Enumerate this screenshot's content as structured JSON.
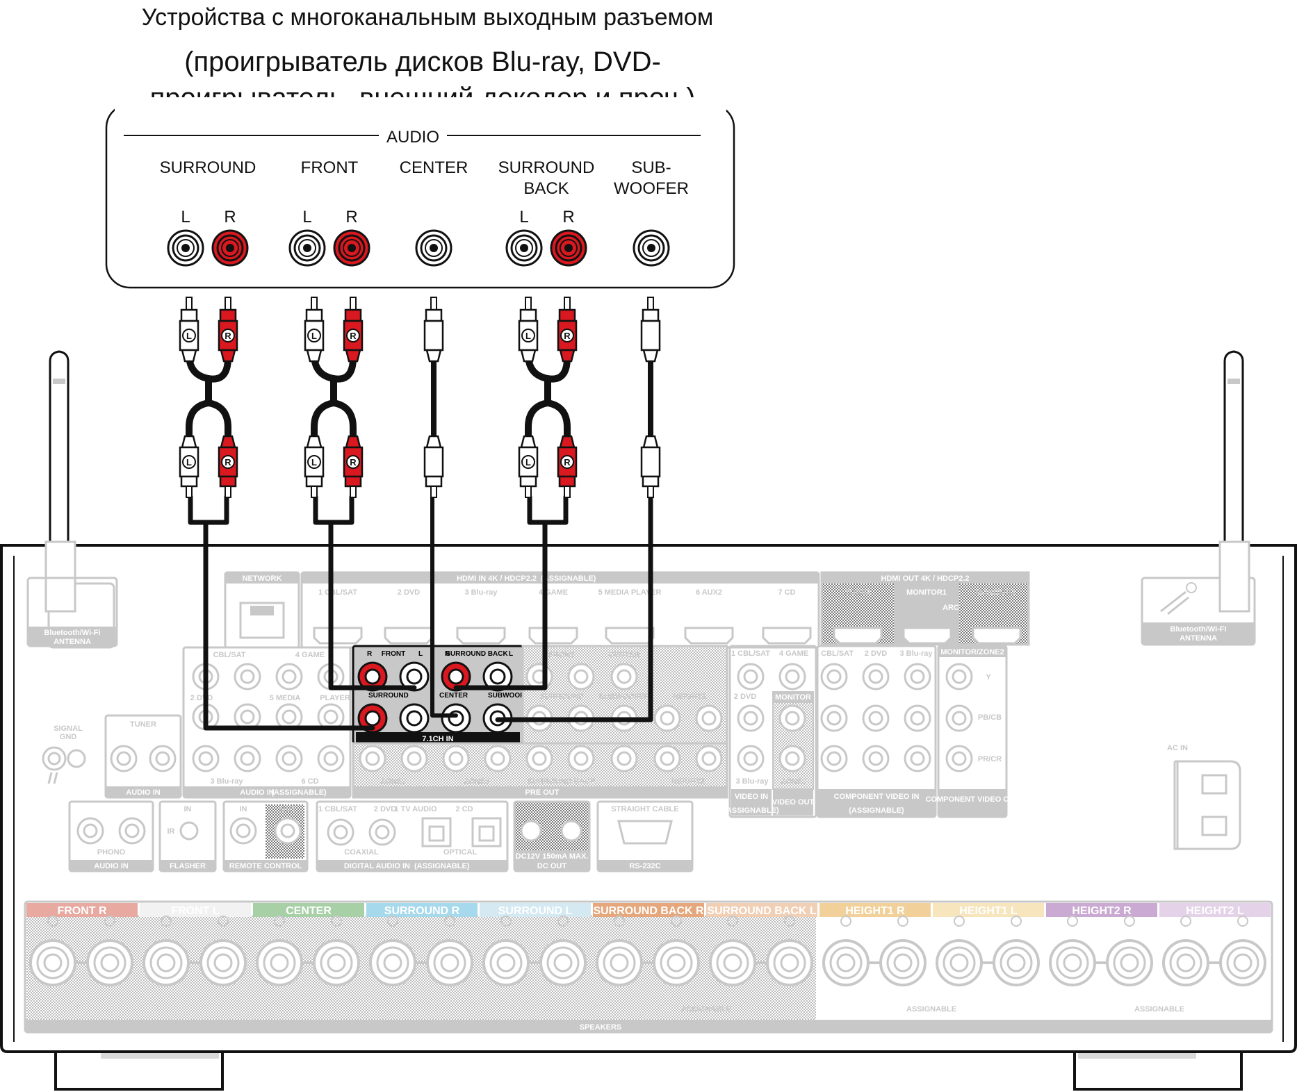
{
  "title": {
    "line1": "Устройства с многоканальным выходным разъемом",
    "line2": "(проигрыватель дисков Blu-ray, DVD-",
    "line3": "проигрыватель, внешний декодер и проч.)"
  },
  "source_device": {
    "section_label": "AUDIO",
    "groups": [
      {
        "id": "surround",
        "name_line1": "SURROUND",
        "name_line2": "",
        "left": "L",
        "right": "R"
      },
      {
        "id": "front",
        "name_line1": "FRONT",
        "name_line2": "",
        "left": "L",
        "right": "R"
      },
      {
        "id": "center",
        "name_line1": "CENTER",
        "name_line2": ""
      },
      {
        "id": "surround-back",
        "name_line1": "SURROUND",
        "name_line2": "BACK",
        "left": "L",
        "right": "R"
      },
      {
        "id": "subwoofer",
        "name_line1": "SUB-",
        "name_line2": "WOOFER"
      }
    ]
  },
  "cables": {
    "plug_left": "L",
    "plug_right": "R"
  },
  "receiver": {
    "antenna_left": {
      "line1": "Bluetooth/Wi-Fi",
      "line2": "ANTENNA"
    },
    "antenna_right": {
      "line1": "Bluetooth/Wi-Fi",
      "line2": "ANTENNA"
    },
    "network": "NETWORK",
    "hdmi_in": {
      "title": "HDMI IN  4K / HDCP2.2",
      "note": "(ASSIGNABLE)",
      "ports": [
        "1 CBL/SAT",
        "2 DVD",
        "3 Blu-ray",
        "4 GAME",
        "5 MEDIA PLAYER",
        "6 AUX2",
        "7 CD"
      ]
    },
    "hdmi_out": {
      "title": "HDMI OUT  4K / HDCP2.2",
      "ports": [
        "ZONE2",
        "MONITOR1",
        "MONITOR2"
      ],
      "arc": "ARC"
    },
    "analog_in": {
      "row1": [
        "CBL/SAT",
        "4 GAME"
      ],
      "row2": [
        "2 DVD",
        "5 MEDIA",
        "PLAYER"
      ],
      "row3": [
        "3 Blu-ray",
        "6 CD"
      ],
      "title": "AUDIO IN",
      "note": "(ASSIGNABLE)",
      "tuner": "TUNER",
      "tuner_bottom": "AUDIO IN",
      "r": "R",
      "l": "L"
    },
    "signal_gnd": {
      "line1": "SIGNAL",
      "line2": "GND"
    },
    "ch71_in": {
      "front": "FRONT",
      "surround_back": "SURROUND BACK",
      "surround": "SURROUND",
      "center": "CENTER",
      "subwoofer": "SUBWOOFER",
      "title": "7.1CH IN",
      "r": "R",
      "l": "L"
    },
    "pre_out": {
      "title": "PRE OUT",
      "labels": [
        "FRONT",
        "CENTER",
        "SURROUND",
        "SUBWOOFER",
        "HEIGHT1",
        "ZONE2",
        "ZONE3",
        "SURROUND BACK",
        "HEIGHT2"
      ]
    },
    "video": {
      "labels": [
        "1 CBL/SAT",
        "4 GAME",
        "2 DVD",
        "3 Blu-ray",
        "ZONE2",
        "MONITOR"
      ],
      "in_label": "VIDEO IN",
      "in_note": "(ASSIGNABLE)",
      "out_label": "VIDEO OUT"
    },
    "component": {
      "labels": [
        "1 CBL/SAT",
        "2 DVD",
        "3 Blu-ray",
        "MONITOR/ZONE2"
      ],
      "y": "Y",
      "pb": "PB/CB",
      "pr": "PR/CR",
      "in_label": "COMPONENT VIDEO IN",
      "in_note": "(ASSIGNABLE)",
      "out_label": "COMPONENT VIDEO OUT"
    },
    "phono": {
      "label": "PHONO",
      "bottom": "AUDIO IN"
    },
    "flasher": {
      "in": "IN",
      "ir": "IR",
      "bottom": "FLASHER"
    },
    "remote": {
      "in": "IN",
      "out": "OUT",
      "bottom": "REMOTE CONTROL"
    },
    "digital": {
      "labels": [
        "1 CBL/SAT",
        "2 DVD",
        "1 TV AUDIO",
        "2 CD"
      ],
      "coaxial": "COAXIAL",
      "optical": "OPTICAL",
      "bottom": "DIGITAL AUDIO IN",
      "note": "(ASSIGNABLE)"
    },
    "dc_out": {
      "spec": "DC12V 150mA MAX.",
      "bottom": "DC OUT"
    },
    "rs232c": {
      "top": "STRAIGHT CABLE",
      "bottom": "RS-232C"
    },
    "ac_in": "AC IN",
    "speakers": {
      "title": "SPEAKERS",
      "assignable": "ASSIGNABLE",
      "channels": [
        {
          "label": "FRONT",
          "side": "R",
          "color": "#e8a9a0"
        },
        {
          "label": "FRONT",
          "side": "L",
          "color": "#f2f2f2"
        },
        {
          "label": "CENTER",
          "side": "",
          "color": "#a8d0a6"
        },
        {
          "label": "SURROUND",
          "side": "R",
          "color": "#a7d9ec"
        },
        {
          "label": "SURROUND",
          "side": "L",
          "color": "#d4e9f2"
        },
        {
          "label": "SURROUND BACK",
          "side": "R",
          "color": "#e5a77b"
        },
        {
          "label": "SURROUND BACK",
          "side": "L",
          "color": "#f1cfb4"
        },
        {
          "label": "HEIGHT1",
          "side": "R",
          "color": "#f1d199"
        },
        {
          "label": "HEIGHT1",
          "side": "L",
          "color": "#f6e5bd"
        },
        {
          "label": "HEIGHT2",
          "side": "R",
          "color": "#caa9d2"
        },
        {
          "label": "HEIGHT2",
          "side": "L",
          "color": "#e4d3e8"
        }
      ]
    }
  }
}
